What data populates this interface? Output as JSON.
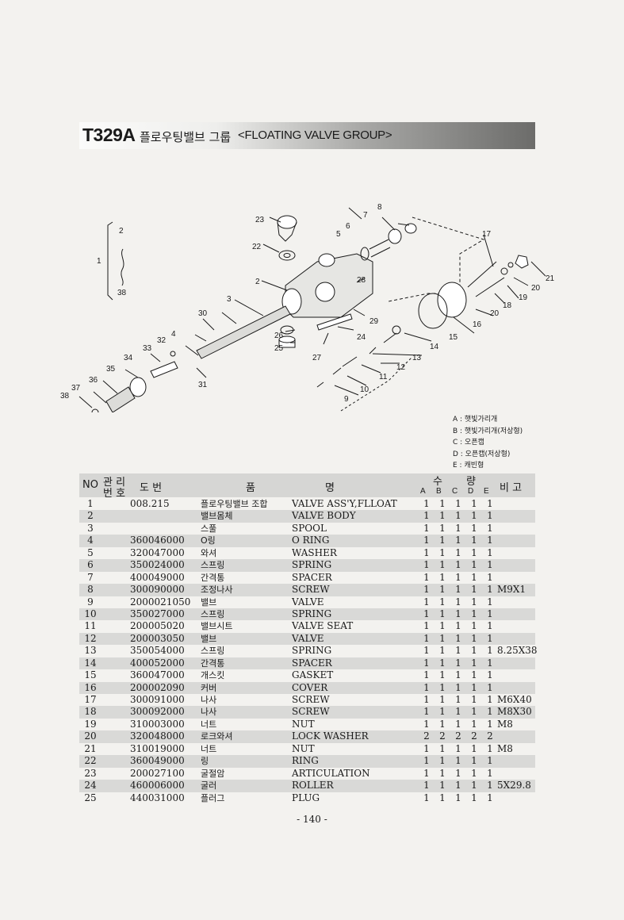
{
  "header": {
    "code": "T329A",
    "title_ko": "플로우팅밸브 그룹",
    "title_en": "<FLOATING VALVE GROUP>"
  },
  "diagram": {
    "callouts": [
      "1",
      "2",
      "38",
      "2",
      "3",
      "4",
      "5",
      "6",
      "7",
      "8",
      "9",
      "10",
      "11",
      "12",
      "13",
      "14",
      "15",
      "16",
      "17",
      "18",
      "19",
      "20",
      "20",
      "21",
      "22",
      "23",
      "24",
      "25",
      "26",
      "27",
      "28",
      "29",
      "30",
      "31",
      "32",
      "33",
      "34",
      "35",
      "36",
      "37",
      "38"
    ]
  },
  "legend": [
    "A : 햇빛가리개",
    "B : 햇빛가리개(저상형)",
    "C : 오픈캡",
    "D : 오픈캡(저상형)",
    "E : 캐빈형"
  ],
  "table_header": {
    "no": "NO",
    "mgmt_top": "관 리",
    "mgmt_bottom": "번 호",
    "drawing": "도   번",
    "name_a": "품",
    "name_b": "명",
    "qty_a": "수",
    "qty_b": "량",
    "qty_cols": [
      "A",
      "B",
      "C",
      "D",
      "E"
    ],
    "remarks": "비 고"
  },
  "rows": [
    {
      "no": "1",
      "dwg": "008.215",
      "ko": "플로우팅밸브 조합",
      "en": "VALVE ASS'Y,FLLOAT",
      "q": [
        "1",
        "1",
        "1",
        "1",
        "1"
      ],
      "rem": ""
    },
    {
      "no": "2",
      "dwg": "",
      "ko": "밸브몸체",
      "en": "VALVE BODY",
      "q": [
        "1",
        "1",
        "1",
        "1",
        "1"
      ],
      "rem": ""
    },
    {
      "no": "3",
      "dwg": "",
      "ko": "스풀",
      "en": "SPOOL",
      "q": [
        "1",
        "1",
        "1",
        "1",
        "1"
      ],
      "rem": ""
    },
    {
      "no": "4",
      "dwg": "360046000",
      "ko": "O링",
      "en": "O RING",
      "q": [
        "1",
        "1",
        "1",
        "1",
        "1"
      ],
      "rem": ""
    },
    {
      "no": "5",
      "dwg": "320047000",
      "ko": "와셔",
      "en": "WASHER",
      "q": [
        "1",
        "1",
        "1",
        "1",
        "1"
      ],
      "rem": ""
    },
    {
      "no": "6",
      "dwg": "350024000",
      "ko": "스프링",
      "en": "SPRING",
      "q": [
        "1",
        "1",
        "1",
        "1",
        "1"
      ],
      "rem": ""
    },
    {
      "no": "7",
      "dwg": "400049000",
      "ko": "간격통",
      "en": "SPACER",
      "q": [
        "1",
        "1",
        "1",
        "1",
        "1"
      ],
      "rem": ""
    },
    {
      "no": "8",
      "dwg": "300090000",
      "ko": "조정나사",
      "en": "SCREW",
      "q": [
        "1",
        "1",
        "1",
        "1",
        "1"
      ],
      "rem": "M9X1"
    },
    {
      "no": "9",
      "dwg": "2000021050",
      "ko": "밸브",
      "en": "VALVE",
      "q": [
        "1",
        "1",
        "1",
        "1",
        "1"
      ],
      "rem": ""
    },
    {
      "no": "10",
      "dwg": "350027000",
      "ko": "스프링",
      "en": "SPRING",
      "q": [
        "1",
        "1",
        "1",
        "1",
        "1"
      ],
      "rem": ""
    },
    {
      "no": "11",
      "dwg": "200005020",
      "ko": "밸브시트",
      "en": "VALVE SEAT",
      "q": [
        "1",
        "1",
        "1",
        "1",
        "1"
      ],
      "rem": ""
    },
    {
      "no": "12",
      "dwg": "200003050",
      "ko": "밸브",
      "en": "VALVE",
      "q": [
        "1",
        "1",
        "1",
        "1",
        "1"
      ],
      "rem": ""
    },
    {
      "no": "13",
      "dwg": "350054000",
      "ko": "스프링",
      "en": "SPRING",
      "q": [
        "1",
        "1",
        "1",
        "1",
        "1"
      ],
      "rem": "8.25X38"
    },
    {
      "no": "14",
      "dwg": "400052000",
      "ko": "간격통",
      "en": "SPACER",
      "q": [
        "1",
        "1",
        "1",
        "1",
        "1"
      ],
      "rem": ""
    },
    {
      "no": "15",
      "dwg": "360047000",
      "ko": "개스킷",
      "en": "GASKET",
      "q": [
        "1",
        "1",
        "1",
        "1",
        "1"
      ],
      "rem": ""
    },
    {
      "no": "16",
      "dwg": "200002090",
      "ko": "커버",
      "en": "COVER",
      "q": [
        "1",
        "1",
        "1",
        "1",
        "1"
      ],
      "rem": ""
    },
    {
      "no": "17",
      "dwg": "300091000",
      "ko": "나사",
      "en": "SCREW",
      "q": [
        "1",
        "1",
        "1",
        "1",
        "1"
      ],
      "rem": "M6X40"
    },
    {
      "no": "18",
      "dwg": "300092000",
      "ko": "나사",
      "en": "SCREW",
      "q": [
        "1",
        "1",
        "1",
        "1",
        "1"
      ],
      "rem": "M8X30"
    },
    {
      "no": "19",
      "dwg": "310003000",
      "ko": "너트",
      "en": "NUT",
      "q": [
        "1",
        "1",
        "1",
        "1",
        "1"
      ],
      "rem": "M8"
    },
    {
      "no": "20",
      "dwg": "320048000",
      "ko": "로크와셔",
      "en": "LOCK WASHER",
      "q": [
        "2",
        "2",
        "2",
        "2",
        "2"
      ],
      "rem": ""
    },
    {
      "no": "21",
      "dwg": "310019000",
      "ko": "너트",
      "en": "NUT",
      "q": [
        "1",
        "1",
        "1",
        "1",
        "1"
      ],
      "rem": "M8"
    },
    {
      "no": "22",
      "dwg": "360049000",
      "ko": "링",
      "en": "RING",
      "q": [
        "1",
        "1",
        "1",
        "1",
        "1"
      ],
      "rem": ""
    },
    {
      "no": "23",
      "dwg": "200027100",
      "ko": "굴절암",
      "en": "ARTICULATION",
      "q": [
        "1",
        "1",
        "1",
        "1",
        "1"
      ],
      "rem": ""
    },
    {
      "no": "24",
      "dwg": "460006000",
      "ko": "굴러",
      "en": "ROLLER",
      "q": [
        "1",
        "1",
        "1",
        "1",
        "1"
      ],
      "rem": "5X29.8"
    },
    {
      "no": "25",
      "dwg": "440031000",
      "ko": "플러그",
      "en": "PLUG",
      "q": [
        "1",
        "1",
        "1",
        "1",
        "1"
      ],
      "rem": ""
    }
  ],
  "page_number": "- 140 -"
}
